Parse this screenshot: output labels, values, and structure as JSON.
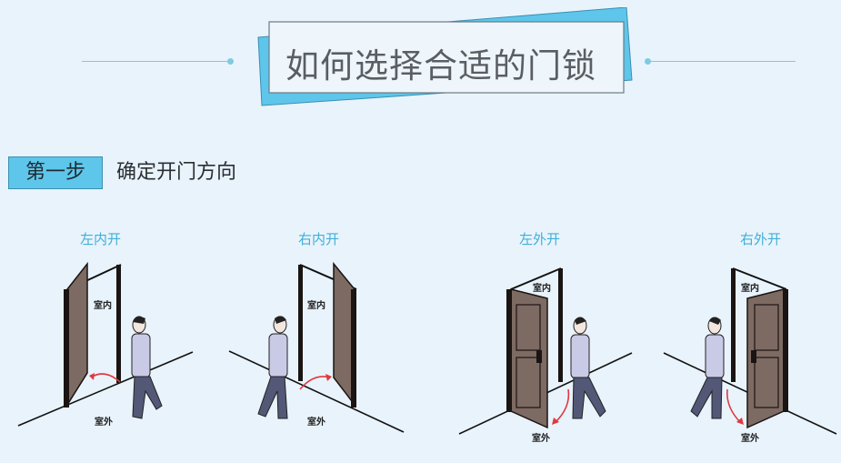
{
  "header": {
    "title": "如何选择合适的门锁"
  },
  "step": {
    "badge": "第一步",
    "description": "确定开门方向"
  },
  "panels": [
    {
      "label": "左内开",
      "inside": "室内",
      "outside": "室外"
    },
    {
      "label": "右内开",
      "inside": "室内",
      "outside": "室外"
    },
    {
      "label": "左外开",
      "inside": "室内",
      "outside": "室外"
    },
    {
      "label": "右外开",
      "inside": "室内",
      "outside": "室外"
    }
  ],
  "colors": {
    "background": "#e9f3fc",
    "accent": "#5ec6ea",
    "label": "#3fb0d8",
    "door": "#7d6a62",
    "arrow": "#e0393e"
  }
}
